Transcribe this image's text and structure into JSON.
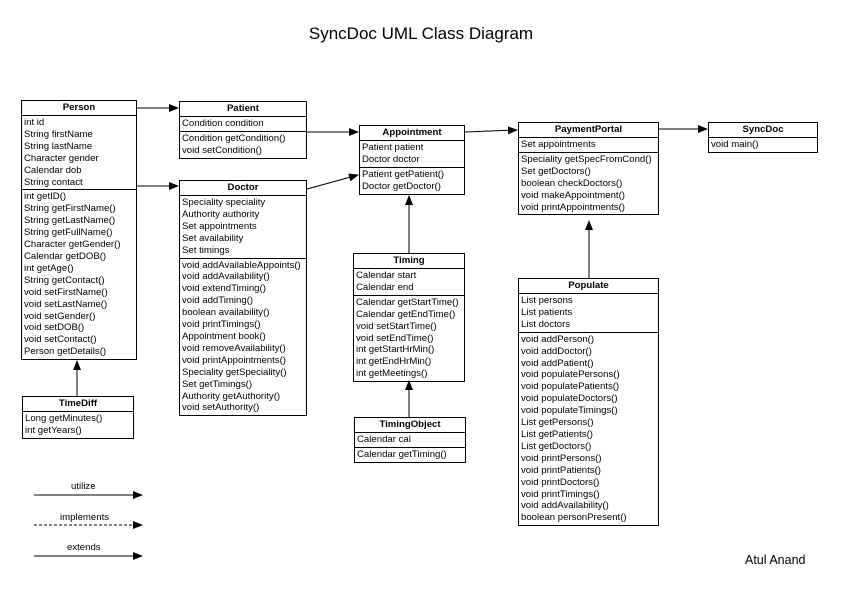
{
  "title": "SyncDoc UML Class Diagram",
  "author": "Atul Anand",
  "classes": {
    "person": {
      "name": "Person",
      "attributes": [
        "int id",
        "String firstName",
        "String lastName",
        "Character gender",
        "Calendar dob",
        "String contact"
      ],
      "methods": [
        "int getID()",
        "String getFirstName()",
        "String getLastName()",
        "String getFullName()",
        "Character getGender()",
        "Calendar getDOB()",
        "int getAge()",
        "String getContact()",
        "void setFirstName()",
        "void setLastName()",
        "void setGender()",
        "void setDOB()",
        "void setContact()",
        "Person getDetails()"
      ]
    },
    "patient": {
      "name": "Patient",
      "attributes": [
        "Condition condition"
      ],
      "methods": [
        "Condition getCondition()",
        "void setCondition()"
      ]
    },
    "doctor": {
      "name": "Doctor",
      "attributes": [
        "Speciality speciality",
        "Authority authority",
        "Set appointments",
        "Set availability",
        "Set timings"
      ],
      "methods": [
        "void addAvailableAppoints()",
        "void addAvailability()",
        "void extendTiming()",
        "void addTiming()",
        "boolean availability()",
        "void printTimings()",
        "Appointment book()",
        "void removeAvailability()",
        "void printAppointments()",
        "Speciality getSpeciality()",
        "Set getTimings()",
        "Authority getAuthority()",
        "void setAuthority()"
      ]
    },
    "timediff": {
      "name": "TimeDiff",
      "attributes": [],
      "methods": [
        "Long getMinutes()",
        "int getYears()"
      ]
    },
    "appointment": {
      "name": "Appointment",
      "attributes": [
        "Patient patient",
        "Doctor doctor"
      ],
      "methods": [
        "Patient getPatient()",
        "Doctor getDoctor()"
      ]
    },
    "timing": {
      "name": "Timing",
      "attributes": [
        "Calendar start",
        "Calendar end"
      ],
      "methods": [
        "Calendar getStartTime()",
        "Calendar getEndTime()",
        "void setStartTime()",
        "void setEndTime()",
        "int getStartHrMin()",
        "int getEndHrMin()",
        "int getMeetings()"
      ]
    },
    "timingobject": {
      "name": "TimingObject",
      "attributes": [
        "Calendar cal"
      ],
      "methods": [
        "Calendar getTiming()"
      ]
    },
    "paymentportal": {
      "name": "PaymentPortal",
      "attributes": [
        "Set appointments"
      ],
      "methods": [
        "Speciality getSpecFromCond()",
        "Set getDoctors()",
        "boolean checkDoctors()",
        "void makeAppointment()",
        "void printAppointments()"
      ]
    },
    "syncdoc": {
      "name": "SyncDoc",
      "attributes": [],
      "methods": [
        "void main()"
      ]
    },
    "populate": {
      "name": "Populate",
      "attributes": [
        "List persons",
        "List patients",
        "List doctors"
      ],
      "methods": [
        "void addPerson()",
        "void addDoctor()",
        "void addPatient()",
        "void populatePersons()",
        "void populatePatients()",
        "void populateDoctors()",
        "void populateTimings()",
        "List getPersons()",
        "List getPatients()",
        "List getDoctors()",
        "void printPersons()",
        "void printPatients()",
        "void printDoctors()",
        "void printTimings()",
        "void addAvailability()",
        "boolean personPresent()"
      ]
    }
  },
  "legend": {
    "utilize": "utilize",
    "implements": "implements",
    "extends": "extends"
  }
}
